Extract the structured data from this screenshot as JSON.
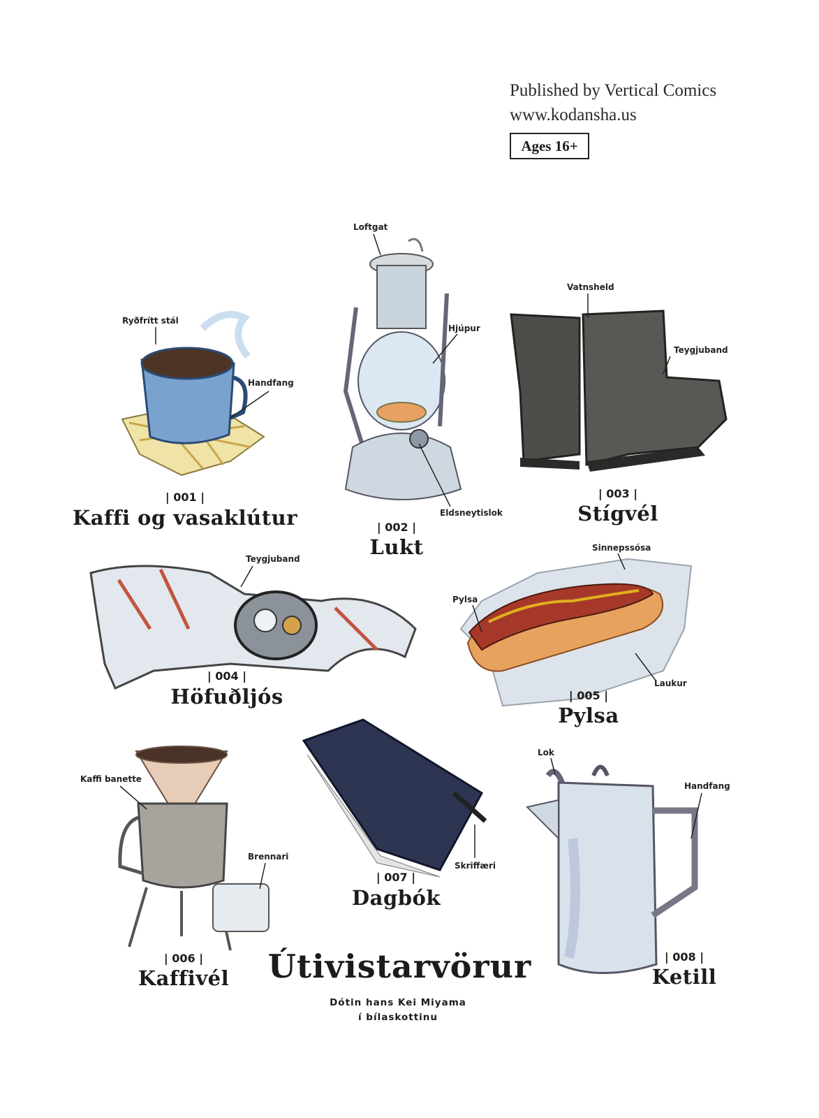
{
  "publisher": {
    "line1": "Published by Vertical Comics",
    "line2": "www.kodansha.us",
    "rating": "Ages 16+"
  },
  "title": "Útivistarvörur",
  "subtitle_line1": "Dótin hans Kei Miyama",
  "subtitle_line2": "í bílaskottinu",
  "items": [
    {
      "number": "| 001 |",
      "name": "Kaffi og vasaklútur",
      "callouts": [
        "Ryðfrítt stál",
        "Handfang"
      ]
    },
    {
      "number": "| 002 |",
      "name": "Lukt",
      "callouts": [
        "Loftgat",
        "Hjúpur",
        "Eldsneytislok"
      ]
    },
    {
      "number": "| 003 |",
      "name": "Stígvél",
      "callouts": [
        "Vatnsheld",
        "Teygjuband"
      ]
    },
    {
      "number": "| 004 |",
      "name": "Höfuðljós",
      "callouts": [
        "Teygjuband"
      ]
    },
    {
      "number": "| 005 |",
      "name": "Pylsa",
      "callouts": [
        "Sinnepssósa",
        "Pylsa",
        "Laukur"
      ]
    },
    {
      "number": "| 006 |",
      "name": "Kaffivél",
      "callouts": [
        "Kaffi banette",
        "Brennari"
      ]
    },
    {
      "number": "| 007 |",
      "name": "Dagbók",
      "callouts": [
        "Skriffæri"
      ]
    },
    {
      "number": "| 008 |",
      "name": "Ketill",
      "callouts": [
        "Lok",
        "Handfang"
      ]
    }
  ]
}
